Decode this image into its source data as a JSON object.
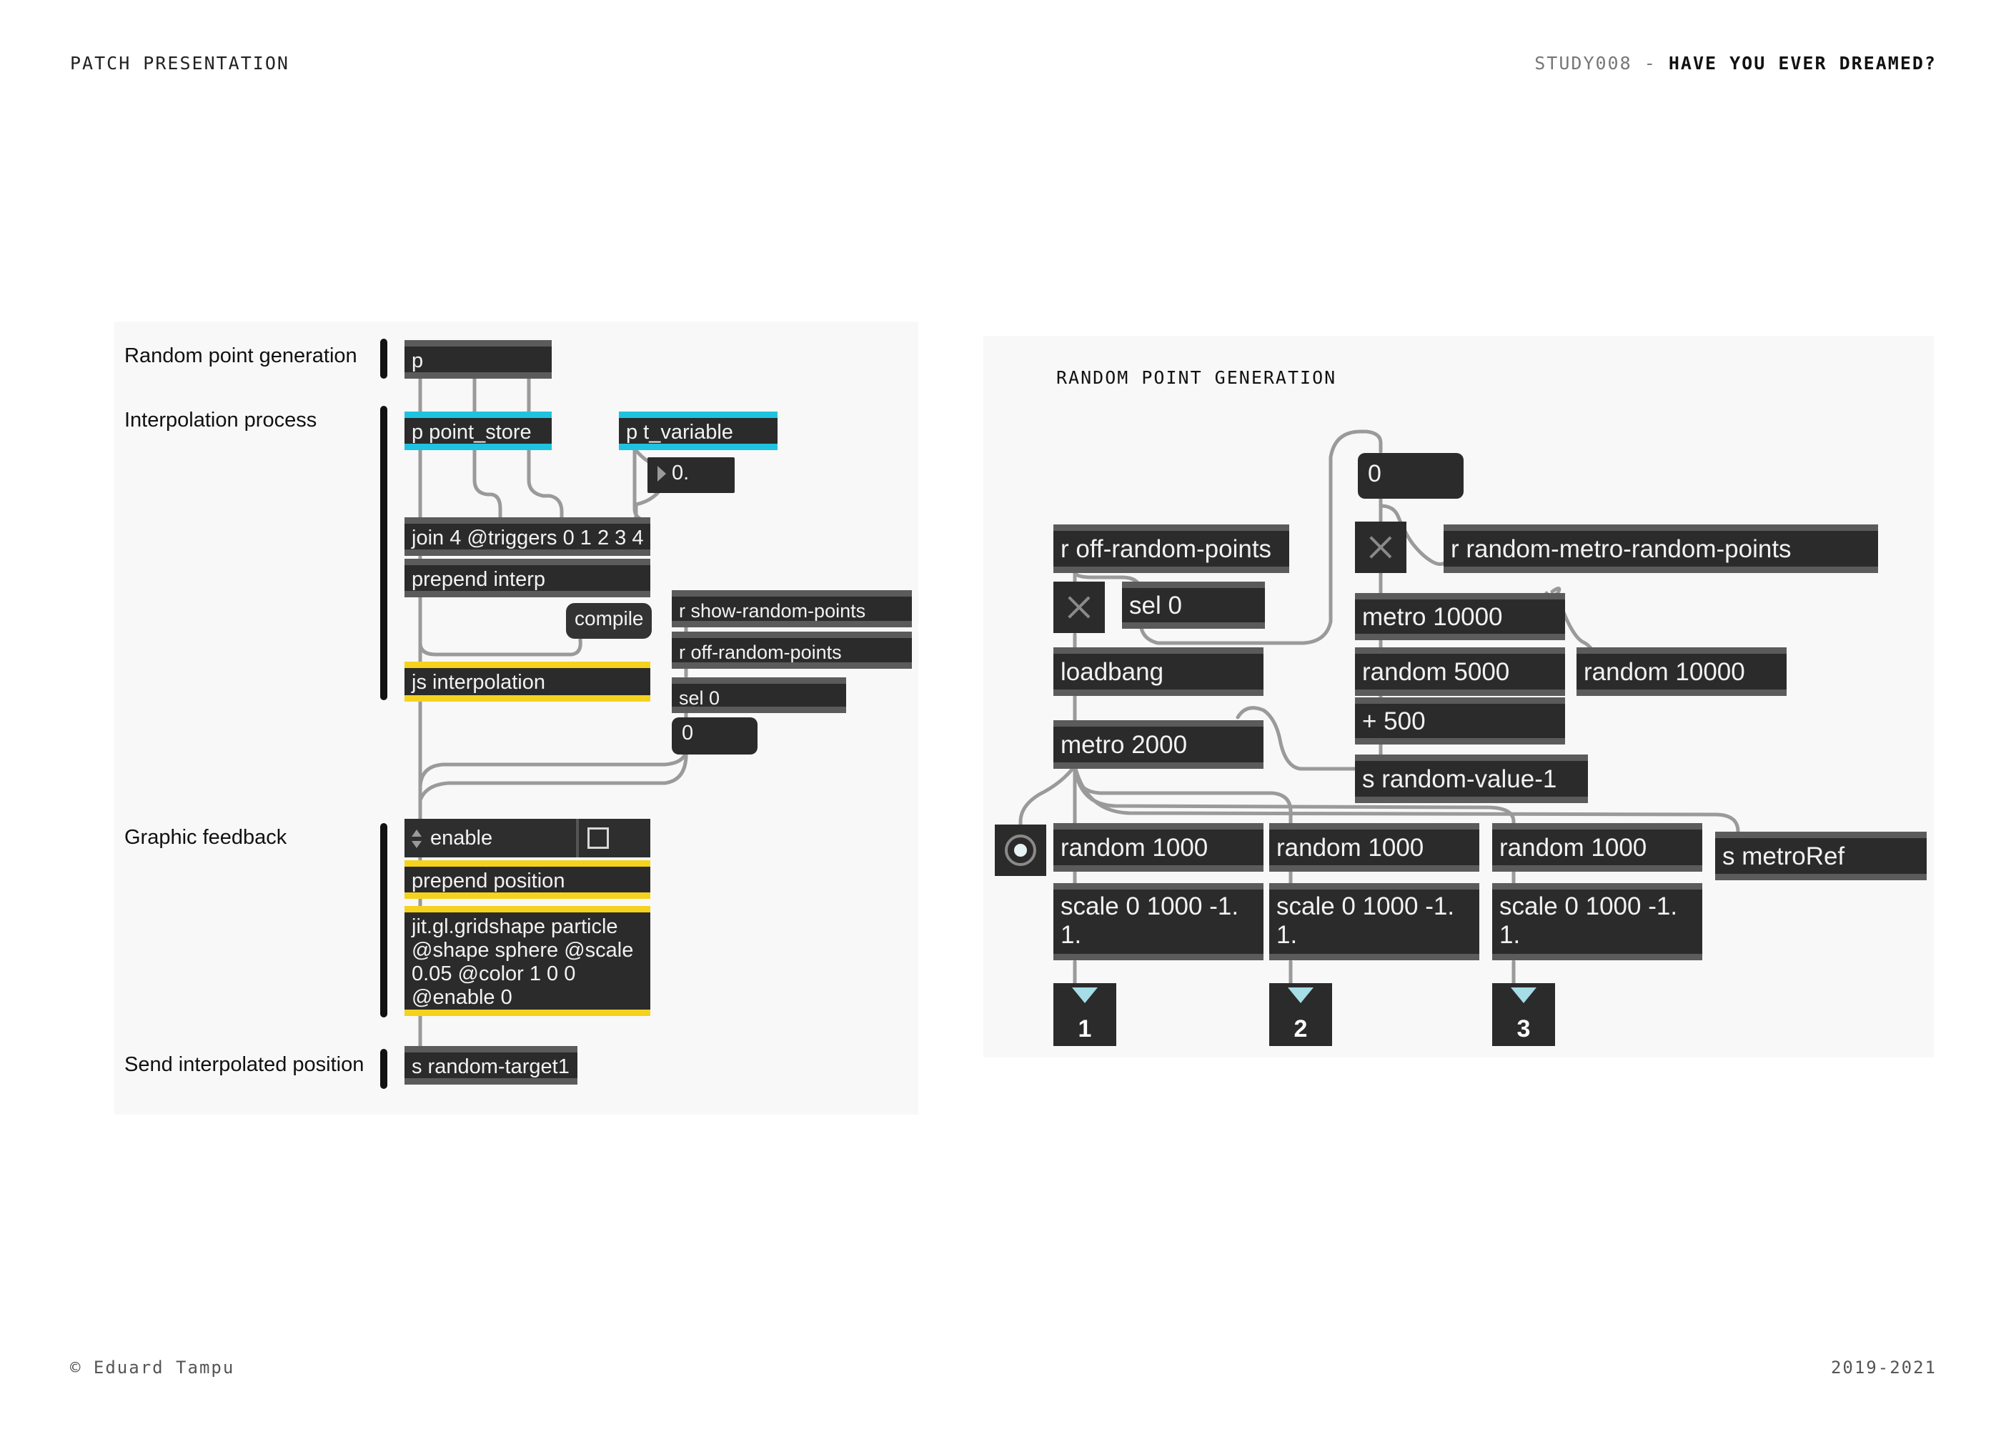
{
  "header": {
    "left": "PATCH PRESENTATION",
    "right_project": "STUDY008",
    "right_sep": "-",
    "right_title": "HAVE YOU EVER DREAMED?"
  },
  "footer": {
    "copyright": "© Eduard Tampu",
    "years": "2019-2021"
  },
  "left_panel": {
    "sections": {
      "random_point": "Random point generation",
      "interpolation": "Interpolation process",
      "graphic_feedback": "Graphic feedback",
      "send_position": "Send interpolated position"
    },
    "objects": {
      "p": "p",
      "point_store": "p point_store",
      "t_variable": "p t_variable",
      "float_val": "0.",
      "join": "join 4 @triggers 0 1 2 3 4",
      "prepend_interp": "prepend interp",
      "compile": "compile",
      "js_interp": "js interpolation",
      "r_show": "r show-random-points",
      "r_off": "r off-random-points",
      "sel0": "sel 0",
      "int0": "0",
      "enable": "enable",
      "prepend_position": "prepend position",
      "gridshape": "jit.gl.gridshape particle @shape sphere @scale 0.05 @color 1 0 0 @enable 0",
      "s_target": "s random-target1"
    }
  },
  "right_panel": {
    "title": "RANDOM POINT GENERATION",
    "objects": {
      "int0": "0",
      "r_off": "r off-random-points",
      "sel0": "sel 0",
      "loadbang": "loadbang",
      "metro2000": "metro 2000",
      "r_metro": "r random-metro-random-points",
      "metro10000": "metro 10000",
      "random5000": "random 5000",
      "random10000": "random 10000",
      "plus500": "+ 500",
      "s_value": "s random-value-1",
      "random1000_a": "random 1000",
      "random1000_b": "random 1000",
      "random1000_c": "random 1000",
      "s_metroref": "s metroRef",
      "scale_a": "scale 0 1000 -1. 1.",
      "scale_b": "scale 0 1000 -1. 1.",
      "scale_c": "scale 0 1000 -1. 1.",
      "out1": "1",
      "out2": "2",
      "out3": "3"
    }
  },
  "colors": {
    "object_bg": "#2b2b2b",
    "inlet_bar": "#5b5b5b",
    "highlight_blue": "#1fc3e0",
    "highlight_yellow": "#f5d21e",
    "patch_cord": "#9a9a9a"
  }
}
